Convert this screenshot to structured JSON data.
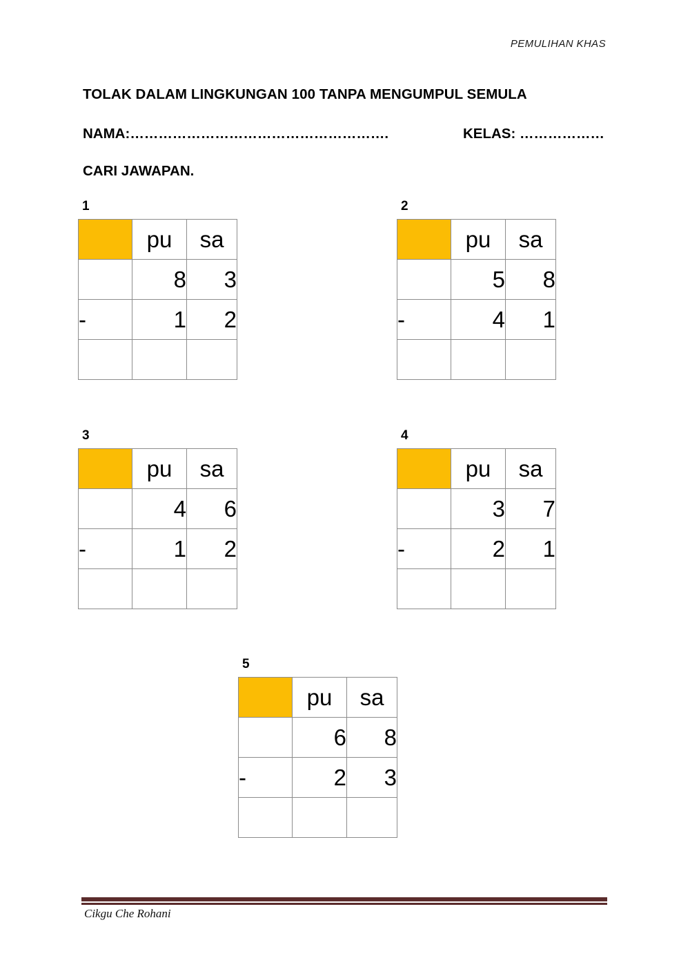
{
  "document": {
    "header_label": "PEMULIHAN KHAS",
    "title": "TOLAK DALAM LINGKUNGAN 100 TANPA MENGUMPUL SEMULA",
    "name_field": "NAMA:……………………………………………….",
    "class_field": "KELAS: ………………",
    "instruction": "CARI JAWAPAN.",
    "footer_credit": "Cikgu Che Rohani",
    "accent_color": "#FBBC04",
    "border_color": "#8C8C8C",
    "footer_rule_color": "#5B2B2B"
  },
  "columns": {
    "operator": "",
    "tens": "pu",
    "ones": "sa"
  },
  "problems": [
    {
      "number": "1",
      "minuend_tens": "8",
      "minuend_ones": "3",
      "operator": "-",
      "subtrahend_tens": "1",
      "subtrahend_ones": "2",
      "answer_tens": "",
      "answer_ones": "",
      "answer_operator": ""
    },
    {
      "number": "2",
      "minuend_tens": "5",
      "minuend_ones": "8",
      "operator": "-",
      "subtrahend_tens": "4",
      "subtrahend_ones": "1",
      "answer_tens": "",
      "answer_ones": "",
      "answer_operator": ""
    },
    {
      "number": "3",
      "minuend_tens": "4",
      "minuend_ones": "6",
      "operator": "-",
      "subtrahend_tens": "1",
      "subtrahend_ones": "2",
      "answer_tens": "",
      "answer_ones": "",
      "answer_operator": ""
    },
    {
      "number": "4",
      "minuend_tens": "3",
      "minuend_ones": "7",
      "operator": "-",
      "subtrahend_tens": "2",
      "subtrahend_ones": "1",
      "answer_tens": "",
      "answer_ones": "",
      "answer_operator": ""
    },
    {
      "number": "5",
      "minuend_tens": "6",
      "minuend_ones": "8",
      "operator": "-",
      "subtrahend_tens": "2",
      "subtrahend_ones": "3",
      "answer_tens": "",
      "answer_ones": "",
      "answer_operator": ""
    }
  ]
}
